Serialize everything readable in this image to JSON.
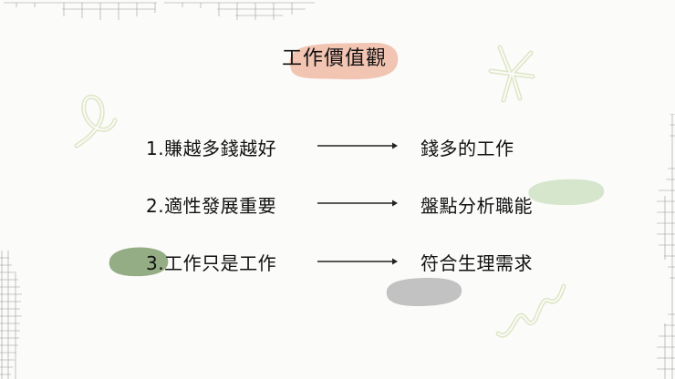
{
  "slide": {
    "title": "工作價值觀",
    "rows": [
      {
        "left": "1.賺越多錢越好",
        "right": "錢多的工作"
      },
      {
        "left": "2.適性發展重要",
        "right": "盤點分析職能"
      },
      {
        "left": "3.工作只是工作",
        "right": "符合生理需求"
      }
    ]
  },
  "colors": {
    "title_highlight": "#f2c4b2",
    "green_blob_light": "#d6e6cc",
    "green_blob_dark": "#94ad85",
    "gray_blob": "#c2c2c2",
    "doodle": "#e0e8c8",
    "grid": "#9a9a9a"
  },
  "icons": [
    "loop-doodle-icon",
    "asterisk-doodle-icon",
    "zigzag-doodle-icon",
    "arrow-right-icon"
  ]
}
